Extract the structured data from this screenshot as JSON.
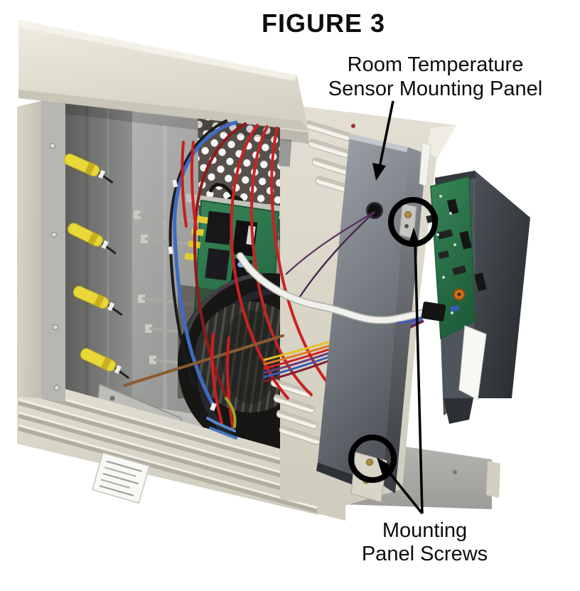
{
  "figure": {
    "title": "FIGURE 3",
    "callouts": [
      {
        "id": "sensor-panel",
        "lines": [
          "Room Temperature",
          "Sensor Mounting Panel"
        ]
      },
      {
        "id": "mounting-screws",
        "lines": [
          "Mounting",
          "Panel Screws"
        ]
      }
    ]
  },
  "photo": {
    "subject": "Opened heater cabinet showing wiring, control board, blower motor, room temperature sensor mounting panel and its two circled mounting screws",
    "colors": {
      "background": "#ffffff",
      "cabinet_beige": "#ddd9cc",
      "galvanized_steel": "#a6a6a4",
      "mounting_panel_gray": "#7c8188",
      "circuit_board_green": "#2c7a4c",
      "wire_red": "#cc2020",
      "wire_blue": "#3f6cc0",
      "sleeve_yellow": "#e8d838",
      "annotation": "#000000"
    }
  }
}
